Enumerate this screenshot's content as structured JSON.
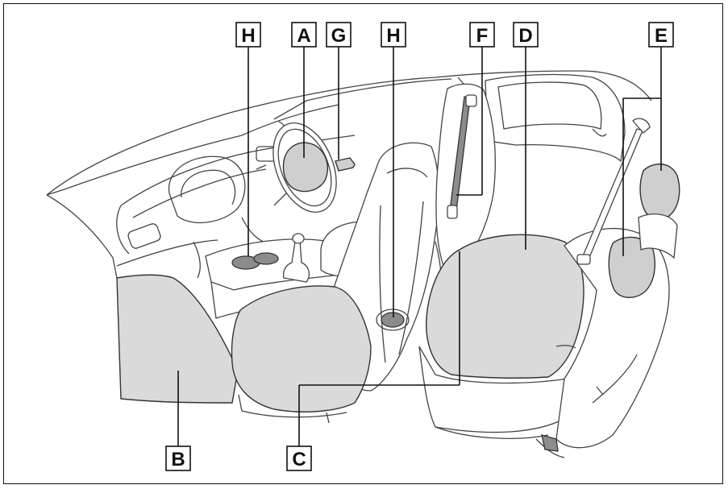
{
  "labels": {
    "a": "A",
    "b": "B",
    "c": "C",
    "d": "D",
    "e": "E",
    "f": "F",
    "g": "G",
    "h_left": "H",
    "h_center": "H"
  }
}
